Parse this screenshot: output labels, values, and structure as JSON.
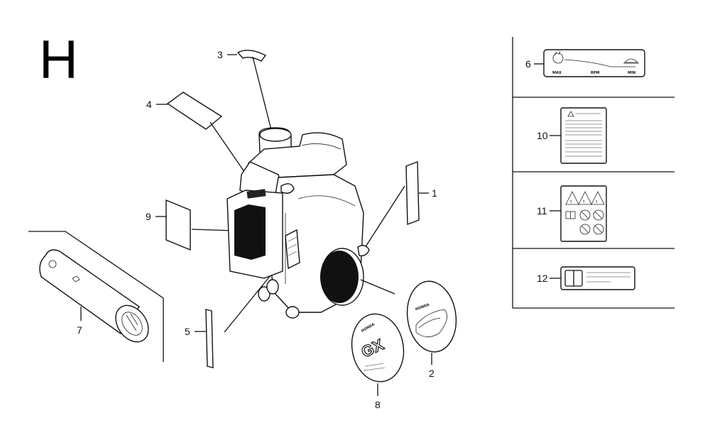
{
  "section_letter": "H",
  "callouts": {
    "c1": "1",
    "c2": "2",
    "c3": "3",
    "c4": "4",
    "c5": "5",
    "c6": "6",
    "c7": "7",
    "c8": "8",
    "c9": "9",
    "c10": "10",
    "c11": "11",
    "c12": "12"
  },
  "label6": {
    "max": "MAX",
    "rpm": "RPM",
    "min": "MIN"
  },
  "decals": {
    "gx_model": "GX",
    "brand_left": "HONDA",
    "brand_right": "HONDA"
  },
  "colors": {
    "line": "#111111",
    "background": "#ffffff"
  }
}
